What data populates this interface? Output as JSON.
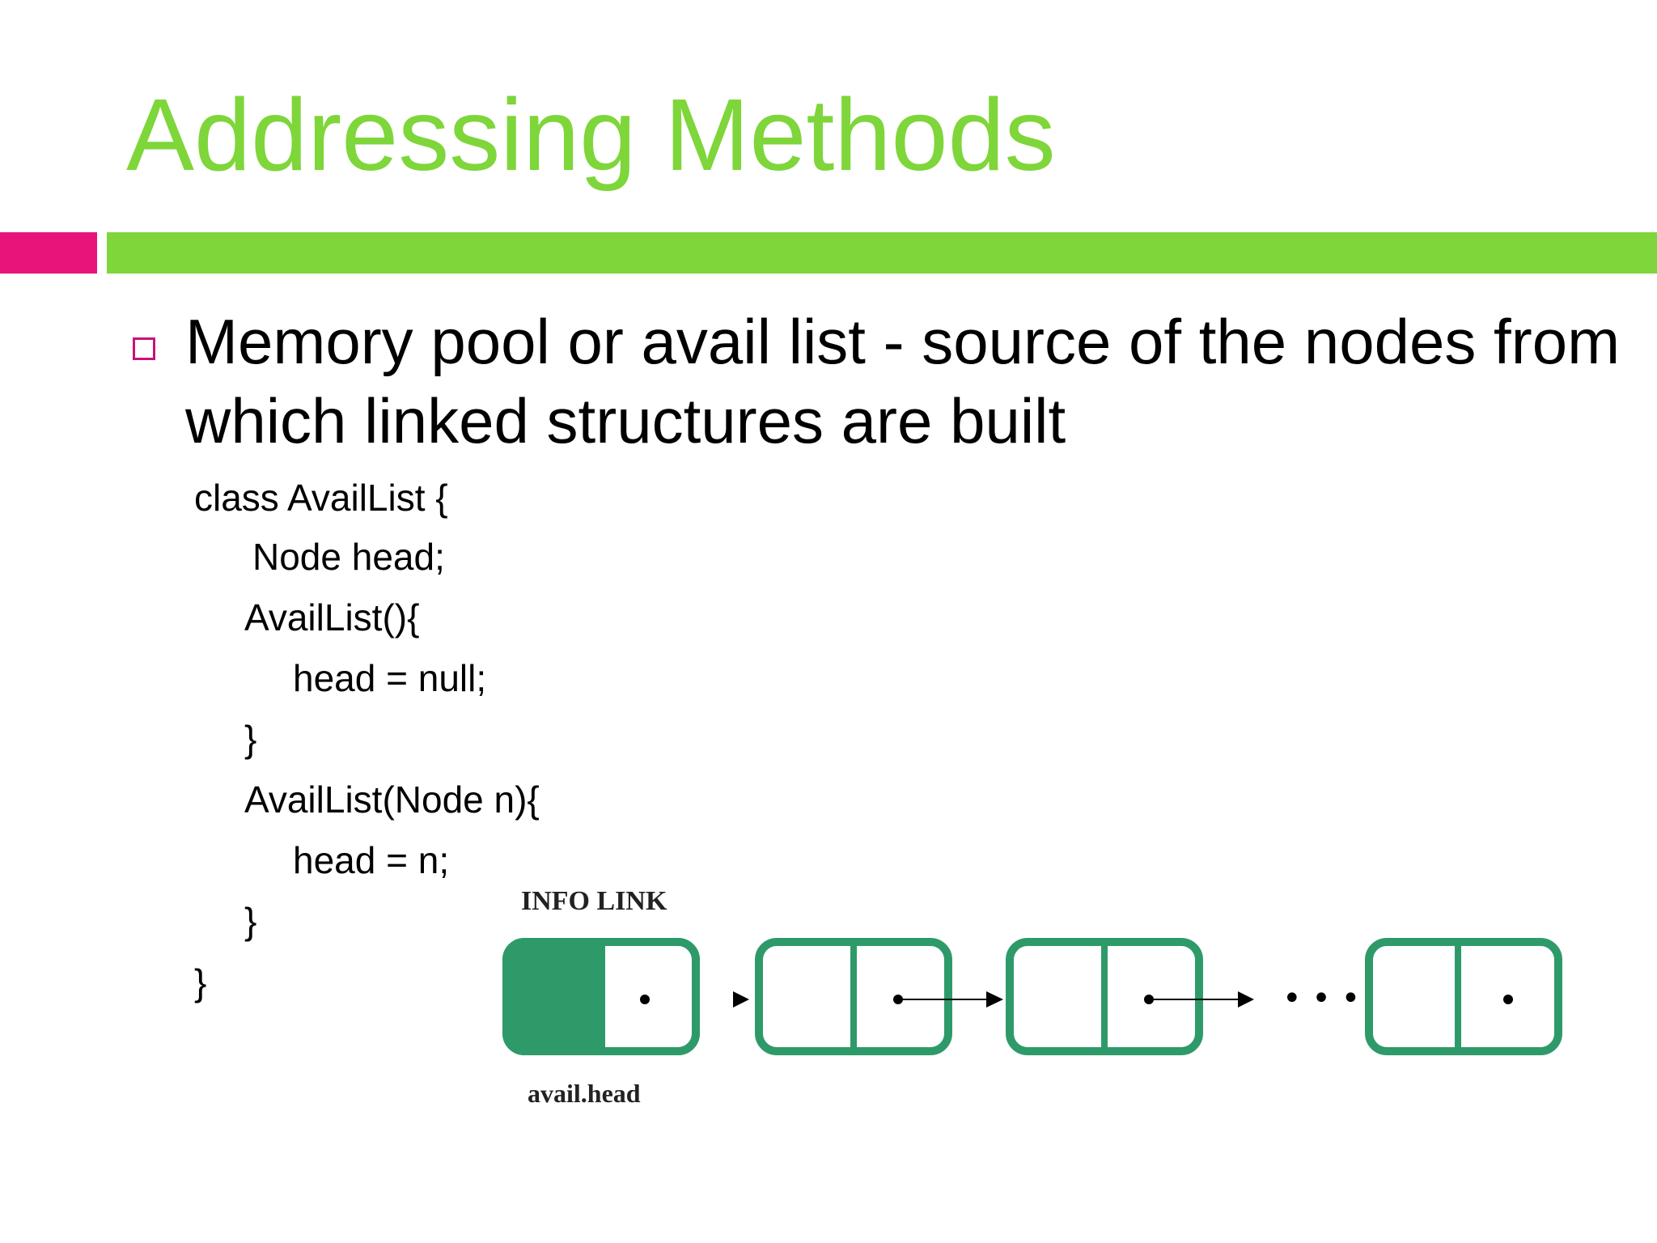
{
  "slide": {
    "title": "Addressing Methods",
    "bullet": "Memory pool or avail list - source of the nodes from which linked structures are built",
    "code": [
      "class AvailList {",
      "Node head;",
      "AvailList(){",
      "head = null;",
      "}",
      "AvailList(Node n){",
      "head = n;",
      "}",
      "}"
    ],
    "diagram": {
      "header_label": "INFO  LINK",
      "pointer_label": "avail.head",
      "ellipsis": "• • •"
    },
    "colors": {
      "title": "#7ed63a",
      "accent_pink": "#e8147a",
      "accent_green": "#7ed63a",
      "node_green": "#2e9a6a"
    }
  }
}
